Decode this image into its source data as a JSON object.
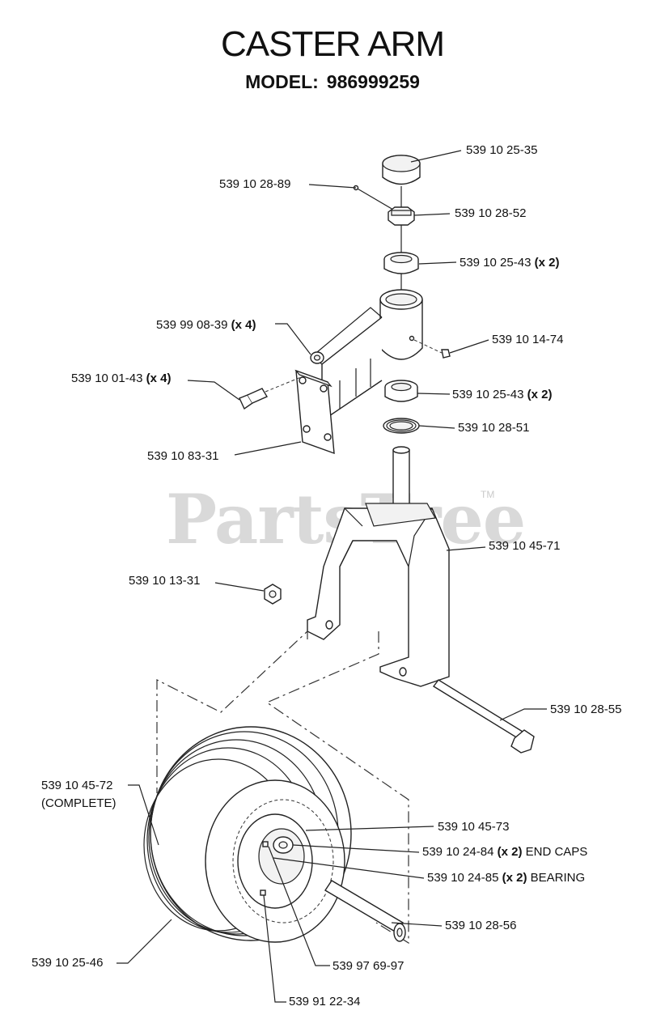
{
  "header": {
    "title": "CASTER ARM",
    "model_label": "MODEL:",
    "model_number": "986999259"
  },
  "watermark": {
    "text": "PartsTree",
    "tm": "TM"
  },
  "parts": {
    "cap": {
      "number": "539 10 25-35"
    },
    "cotter_pin": {
      "number": "539 10 28-89"
    },
    "castle_nut": {
      "number": "539 10 28-52"
    },
    "bearing_top": {
      "number": "539 10 25-43",
      "qty": "(x 2)"
    },
    "nut_x4": {
      "number": "539 99 08-39",
      "qty": "(x 4)"
    },
    "grease_fitting": {
      "number": "539 10 14-74"
    },
    "bolt_x4": {
      "number": "539 10 01-43",
      "qty": "(x 4)"
    },
    "bearing_lower": {
      "number": "539 10 25-43",
      "qty": "(x 2)"
    },
    "seal": {
      "number": "539 10 28-51"
    },
    "arm_plate": {
      "number": "539 10 83-31"
    },
    "fork": {
      "number": "539 10 45-71"
    },
    "axle_nut": {
      "number": "539 10 13-31"
    },
    "axle_bolt": {
      "number": "539 10 28-55"
    },
    "wheel_complete": {
      "number": "539 10 45-72",
      "note": "(COMPLETE)"
    },
    "rim": {
      "number": "539 10 45-73"
    },
    "end_caps": {
      "number": "539 10 24-84",
      "qty": "(x 2)",
      "desc": "END CAPS"
    },
    "bearing_wheel": {
      "number": "539 10 24-85",
      "qty": "(x 2)",
      "desc": "BEARING"
    },
    "spacer_tube": {
      "number": "539 10 28-56"
    },
    "tire": {
      "number": "539 10 25-46"
    },
    "valve_stem": {
      "number": "539 97 69-97"
    },
    "rim_half": {
      "number": "539 91 22-34"
    }
  }
}
